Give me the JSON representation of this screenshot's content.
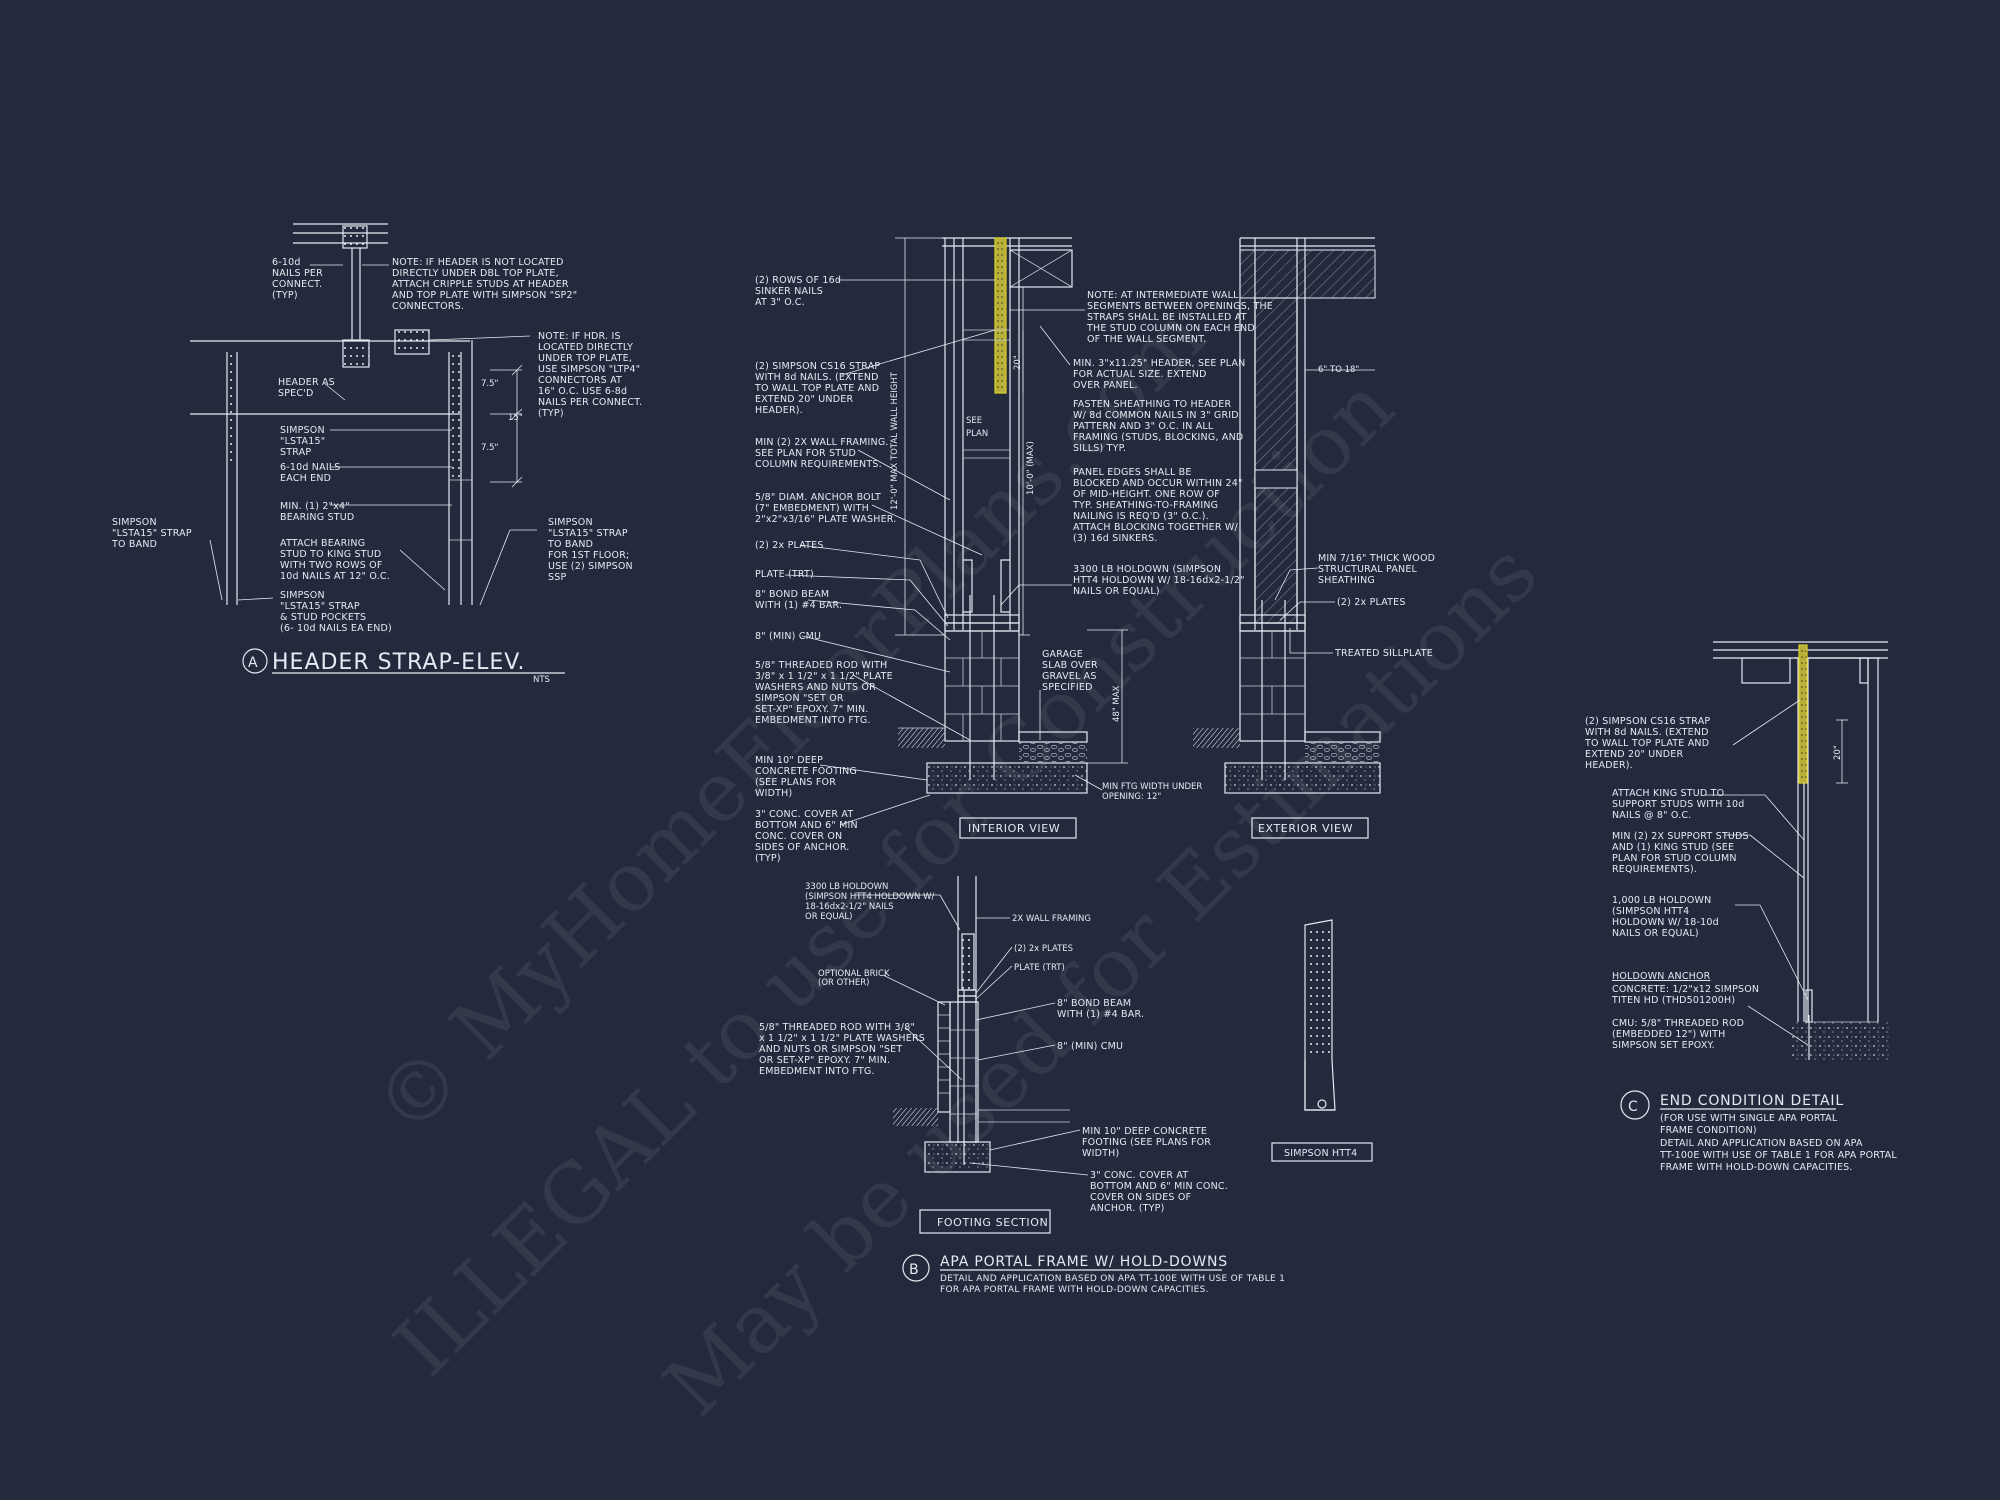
{
  "watermark": {
    "line1": "© MyHomeFloorPlans.com",
    "line2": "ILLEGAL to use for Construction",
    "line3": "May be used for Estimations"
  },
  "detail_a": {
    "marker": "A",
    "title": "HEADER STRAP-ELEV.",
    "scale": "NTS",
    "labels": {
      "nails_connect": [
        "6-10d",
        "NAILS PER",
        "CONNECT.",
        "(TYP)"
      ],
      "note_sp2": [
        "NOTE: IF HEADER IS NOT LOCATED",
        "DIRECTLY UNDER DBL TOP PLATE,",
        "ATTACH CRIPPLE STUDS AT HEADER",
        "AND TOP PLATE WITH SIMPSON \"SP2\"",
        "CONNECTORS."
      ],
      "note_ltp4": [
        "NOTE: IF HDR. IS",
        "LOCATED DIRECTLY",
        "UNDER TOP PLATE,",
        "USE SIMPSON \"LTP4\"",
        "CONNECTORS AT",
        "16\" O.C.  USE 6-8d",
        "NAILS PER CONNECT.",
        "(TYP)"
      ],
      "header_spec": [
        "HEADER AS",
        "SPEC'D"
      ],
      "lsta15_strap": [
        "SIMPSON",
        "\"LSTA15\"",
        "STRAP"
      ],
      "nails_each_end": [
        "6-10d NAILS",
        "EACH END"
      ],
      "bearing_stud": [
        "MIN. (1) 2\"x4\"",
        "BEARING STUD"
      ],
      "attach_bearing": [
        "ATTACH BEARING",
        "STUD TO KING STUD",
        "WITH TWO ROWS OF",
        "10d NAILS AT 12\" O.C."
      ],
      "lsta15_pockets": [
        "SIMPSON",
        "\"LSTA15\" STRAP",
        "& STUD POCKETS",
        "(6- 10d NAILS EA END)"
      ],
      "strap_band_left": [
        "SIMPSON",
        "\"LSTA15\" STRAP",
        "TO BAND"
      ],
      "strap_band_right": [
        "SIMPSON",
        "\"LSTA15\" STRAP",
        "TO BAND",
        "FOR 1ST FLOOR;",
        "USE (2) SIMPSON",
        "SSP"
      ],
      "dim_75_top": "7.5\"",
      "dim_15": "15\"",
      "dim_75_bot": "7.5\""
    }
  },
  "detail_b": {
    "marker": "B",
    "title": "APA PORTAL FRAME W/ HOLD-DOWNS",
    "subtitle": [
      "DETAIL AND APPLICATION BASED ON APA TT-100E WITH USE OF TABLE 1",
      "FOR APA PORTAL FRAME WITH HOLD-DOWN CAPACITIES."
    ],
    "interior_view_label": "INTERIOR VIEW",
    "exterior_view_label": "EXTERIOR VIEW",
    "footing_section_label": "FOOTING SECTION",
    "simpson_htt4_label": "SIMPSON HTT4",
    "see_plan": [
      "SEE",
      "PLAN"
    ],
    "dim_wall_height": "12'-0\" MAX TOTAL WALL HEIGHT",
    "dim_max": "10'-0\" (MAX)",
    "dim_20": "20\"",
    "dim_48": "48\" MAX",
    "dim_6to18": "6\" TO 18\"",
    "left_notes": {
      "sinker": [
        "(2) ROWS OF 16d",
        "SINKER NAILS",
        "AT 3\" O.C."
      ],
      "cs16": [
        "(2) SIMPSON CS16 STRAP",
        "WITH 8d NAILS. (EXTEND",
        "TO WALL TOP PLATE AND",
        "EXTEND 20\" UNDER",
        "HEADER)."
      ],
      "framing": [
        "MIN (2) 2X WALL FRAMING.",
        "SEE PLAN FOR STUD",
        "COLUMN REQUIREMENTS."
      ],
      "anchor": [
        "5/8\" DIAM. ANCHOR BOLT",
        "(7\" EMBEDMENT) WITH",
        "2\"x2\"x3/16\" PLATE WASHER."
      ],
      "plates": "(2) 2x PLATES",
      "plate_trt": "PLATE (TRT)",
      "bond_beam": [
        "8\" BOND BEAM",
        "WITH (1) #4 BAR."
      ],
      "cmu": "8\" (MIN) CMU",
      "rod": [
        "5/8\" THREADED ROD WITH",
        "3/8\" x 1 1/2\" x 1 1/2\" PLATE",
        "WASHERS AND NUTS OR",
        "SIMPSON \"SET OR",
        "SET-XP\" EPOXY.  7\" MIN.",
        "EMBEDMENT INTO FTG."
      ],
      "footing": [
        "MIN 10\" DEEP",
        "CONCRETE FOOTING",
        "(SEE PLANS FOR",
        "WIDTH)"
      ],
      "cover": [
        "3\" CONC. COVER AT",
        "BOTTOM AND 6\" MIN",
        "CONC. COVER ON",
        "SIDES OF ANCHOR.",
        "(TYP)"
      ]
    },
    "mid_notes": {
      "intermediate": [
        "NOTE: AT INTERMEDIATE WALL",
        "SEGMENTS BETWEEN OPENINGS, THE",
        "STRAPS SHALL BE INSTALLED AT",
        "THE STUD COLUMN ON EACH END",
        "OF THE WALL SEGMENT."
      ],
      "header": [
        "MIN. 3\"x11.25\" HEADER, SEE PLAN",
        "FOR ACTUAL SIZE. EXTEND",
        "OVER PANEL."
      ],
      "fasten": [
        "FASTEN SHEATHING TO HEADER",
        "W/ 8d COMMON NAILS IN 3\" GRID",
        "PATTERN AND 3\" O.C. IN ALL",
        "FRAMING (STUDS, BLOCKING, AND",
        "SILLS) TYP."
      ],
      "panel_edges": [
        "PANEL EDGES SHALL BE",
        "BLOCKED AND OCCUR WITHIN 24\"",
        "OF MID-HEIGHT.  ONE ROW OF",
        "TYP. SHEATHING-TO-FRAMING",
        "NAILING IS REQ'D (3\" O.C.).",
        "ATTACH BLOCKING TOGETHER W/",
        "(3) 16d SINKERS."
      ],
      "holdown": [
        "3300 LB HOLDOWN (SIMPSON",
        "HTT4 HOLDOWN W/ 18-16dx2-1/2\"",
        "NAILS OR EQUAL)"
      ],
      "garage": [
        "GARAGE",
        "SLAB OVER",
        "GRAVEL AS",
        "SPECIFIED"
      ],
      "min_ftg": [
        "MIN FTG WIDTH UNDER",
        "OPENING: 12\""
      ]
    },
    "right_notes": {
      "sheathing": [
        "MIN 7/16\" THICK WOOD",
        "STRUCTURAL PANEL",
        "SHEATHING"
      ],
      "plates": "(2) 2x PLATES",
      "sillplate": "TREATED SILLPLATE"
    },
    "footing_notes": {
      "holdown": [
        "3300 LB HOLDOWN",
        "(SIMPSON HTT4 HOLDOWN W/",
        "18-16dx2-1/2\" NAILS",
        "OR EQUAL)"
      ],
      "framing": "2X WALL FRAMING",
      "plates": "(2) 2x PLATES",
      "plate": "PLATE (TRT)",
      "brick": [
        "OPTIONAL BRICK",
        "(OR OTHER)"
      ],
      "bond": [
        "8\" BOND BEAM",
        "WITH (1) #4 BAR."
      ],
      "cmu": "8\" (MIN) CMU",
      "rod": [
        "5/8\" THREADED ROD WITH 3/8\"",
        "x 1 1/2\" x 1 1/2\" PLATE WASHERS",
        "AND NUTS OR SIMPSON \"SET",
        "OR SET-XP\" EPOXY.  7\" MIN.",
        "EMBEDMENT INTO FTG."
      ],
      "footing": [
        "MIN 10\" DEEP CONCRETE",
        "FOOTING (SEE PLANS FOR",
        "WIDTH)"
      ],
      "cover": [
        "3\" CONC. COVER AT",
        "BOTTOM AND 6\" MIN CONC.",
        "COVER ON SIDES OF",
        "ANCHOR. (TYP)"
      ]
    }
  },
  "detail_c": {
    "marker": "C",
    "title": "END CONDITION DETAIL",
    "subtitle": [
      "(FOR USE WITH SINGLE APA PORTAL",
      "FRAME CONDITION)",
      "DETAIL AND APPLICATION BASED ON APA",
      "TT-100E WITH USE OF TABLE 1 FOR APA PORTAL",
      "FRAME WITH HOLD-DOWN CAPACITIES."
    ],
    "dim_20": "20\"",
    "notes": {
      "cs16": [
        "(2) SIMPSON CS16 STRAP",
        "WITH 8d NAILS. (EXTEND",
        "TO WALL TOP PLATE AND",
        "EXTEND 20\" UNDER",
        "HEADER)."
      ],
      "king_stud": [
        "ATTACH KING STUD TO",
        "SUPPORT STUDS WITH 10d",
        "NAILS @ 8\" O.C."
      ],
      "support": [
        "MIN (2) 2X SUPPORT STUDS",
        "AND (1) KING STUD (SEE",
        "PLAN FOR STUD COLUMN",
        "REQUIREMENTS)."
      ],
      "holdown": [
        "1,000 LB HOLDOWN",
        "(SIMPSON HTT4",
        "HOLDOWN W/ 18-10d",
        "NAILS OR EQUAL)"
      ],
      "anchor_title": "HOLDOWN ANCHOR",
      "anchor_conc": [
        "CONCRETE: 1/2\"x12 SIMPSON",
        "TITEN HD (THD501200H)"
      ],
      "anchor_cmu": [
        "CMU: 5/8\" THREADED ROD",
        "(EMBEDDED 12\") WITH",
        "SIMPSON SET EPOXY."
      ]
    }
  }
}
